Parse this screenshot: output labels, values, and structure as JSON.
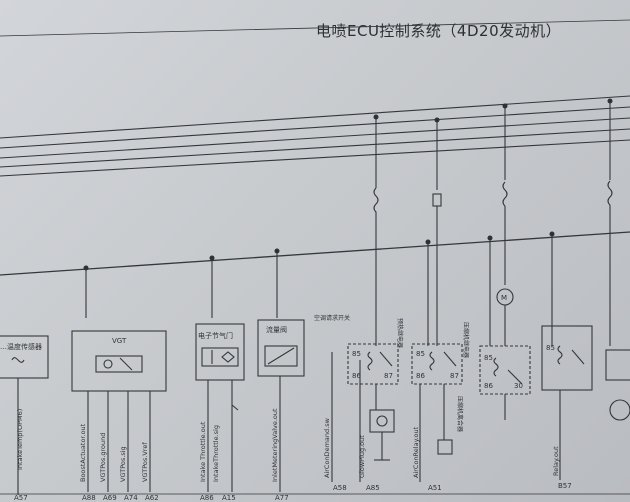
{
  "page": {
    "title": "电喷ECU控制系统（4D20发动机）"
  },
  "components": {
    "left_sensor": "…温度传感器",
    "vgt": "VGT",
    "throttle": "电子节气门",
    "flow_valve": "流量阀",
    "ac_label": "空调请求开关",
    "glow_relay": "预热继电器",
    "compressor_relay": "压缩机继电器",
    "compressor": "压缩机离合器",
    "motor": "M"
  },
  "signals": {
    "left_sensor": "IntakeTemp(OPM6)",
    "boost_actuator": "BoostActuator.out",
    "vgt_ground": "VGTPos.ground",
    "vgt_sig": "VGTPos.sig",
    "vgt_vref": "VGTPos.Vref",
    "throttle_out": "Intake Throttle.out",
    "throttle_sig": "IntakeThrottle.sig",
    "flow_valve": "InletMeteringValve.out",
    "ac_demand": "AirConDemand.sw",
    "glow_plug": "GlowPlug.out",
    "aircon_relay": "AirConRelay.out",
    "relay_out": "Relay.out"
  },
  "pins": {
    "left": "A57",
    "boost": "A88",
    "vgt_ground": "A69",
    "vgt_sig": "A74",
    "vgt_vref": "A62",
    "throttle_out": "A86",
    "throttle_sig": "A15",
    "flow_valve": "A77",
    "ac_demand": "A58",
    "glow": "A85",
    "aircon": "A51",
    "right": "B57"
  },
  "relay_pins": {
    "p85": "85",
    "p86": "86",
    "p30": "30",
    "p87": "87"
  }
}
